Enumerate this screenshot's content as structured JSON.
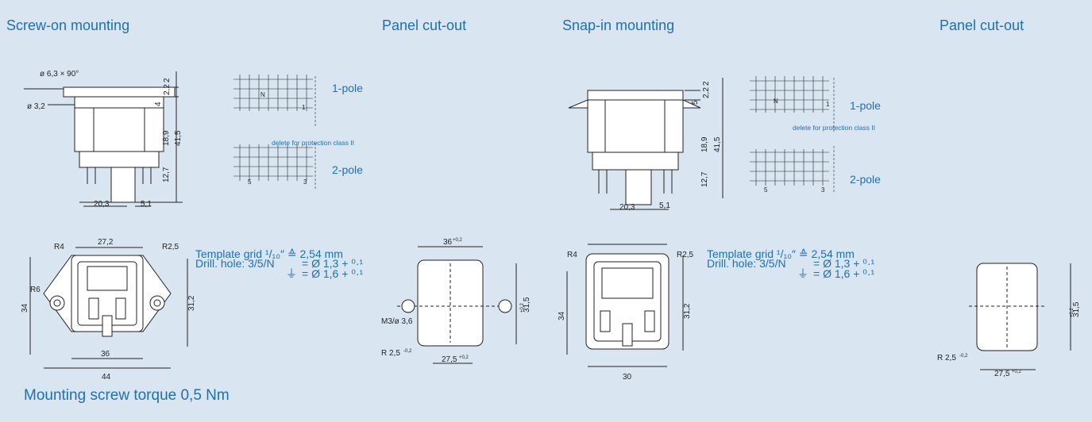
{
  "headings": {
    "screw_on": "Screw-on mounting",
    "panel_cutout_1": "Panel cut-out",
    "snap_in": "Snap-in mounting",
    "panel_cutout_2": "Panel cut-out"
  },
  "template_note": {
    "line1": "Template grid ¹/₁₀″ ≙ 2,54 mm",
    "line2_label": "Drill. hole: 3/5/N",
    "line2_value": "= Ø 1,3 + ⁰·¹",
    "line3_value": "= Ø 1,6 + ⁰·¹"
  },
  "pole_labels": {
    "one": "1-pole",
    "two": "2-pole"
  },
  "delete_note": "delete for protection class II",
  "torque_note": "Mounting screw torque 0,5 Nm",
  "dims": {
    "screw_side": {
      "countersink": "ø 6,3 × 90°",
      "hole": "ø 3,2",
      "d2": "2",
      "d22": "2,2",
      "d4": "4",
      "d189": "18,9",
      "d415": "41,5",
      "d127": "12,7",
      "w203": "20,3",
      "w51": "5,1"
    },
    "screw_front": {
      "w272": "27,2",
      "r4": "R4",
      "r25": "R2,5",
      "r6": "R6",
      "h34": "34",
      "h312": "31,2",
      "w36": "36",
      "w44": "44"
    },
    "cutout1": {
      "w36": "36",
      "tol_w36": "+0,2",
      "h315": "31,5",
      "tol_h": "+0,2",
      "m3": "M3/ø 3,6",
      "r25": "R 2,5",
      "tol_r": "-0,2",
      "w275": "27,5",
      "tol_w275": "+0,2"
    },
    "snap_side": {
      "d2": "2",
      "d22": "2,2",
      "d5": "5",
      "d189": "18,9",
      "d415": "41,5",
      "d127": "12,7",
      "w203": "20,3",
      "w51": "5,1"
    },
    "snap_front": {
      "r4": "R4",
      "r25": "R2,5",
      "h34": "34",
      "h312": "31,2",
      "w30": "30"
    },
    "cutout2": {
      "h315": "31,5",
      "tol_h": "+0,2",
      "r25": "R 2,5",
      "tol_r": "-0,2",
      "w275": "27,5",
      "tol_w": "+0,2"
    },
    "grid": {
      "n": "N",
      "p1": "1",
      "p3": "3",
      "p5": "5"
    }
  },
  "colors": {
    "background": "#d9e6f2",
    "accent_text": "#1f6fb2",
    "line": "#222222",
    "part_fill": "#ffffff"
  }
}
